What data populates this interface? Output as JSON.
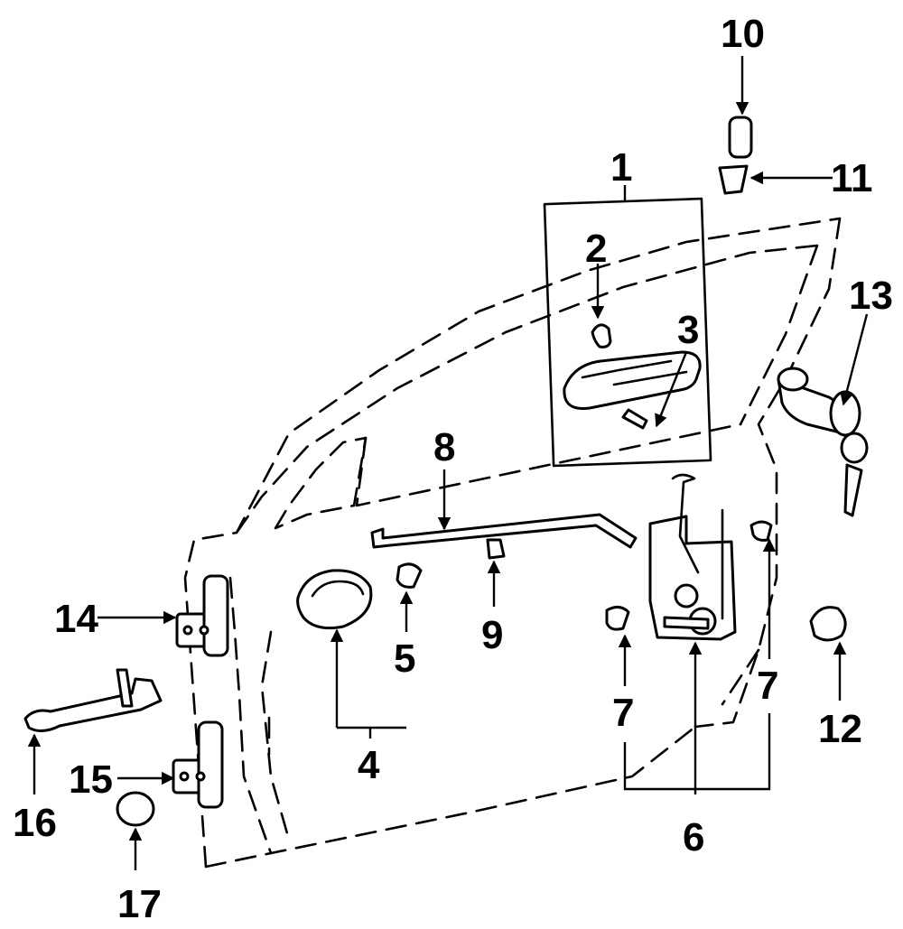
{
  "diagram": {
    "callouts": [
      {
        "id": "1",
        "label": "1"
      },
      {
        "id": "2",
        "label": "2"
      },
      {
        "id": "3",
        "label": "3"
      },
      {
        "id": "4",
        "label": "4"
      },
      {
        "id": "5",
        "label": "5"
      },
      {
        "id": "6",
        "label": "6"
      },
      {
        "id": "7a",
        "label": "7"
      },
      {
        "id": "7b",
        "label": "7"
      },
      {
        "id": "8",
        "label": "8"
      },
      {
        "id": "9",
        "label": "9"
      },
      {
        "id": "10",
        "label": "10"
      },
      {
        "id": "11",
        "label": "11"
      },
      {
        "id": "12",
        "label": "12"
      },
      {
        "id": "13",
        "label": "13"
      },
      {
        "id": "14",
        "label": "14"
      },
      {
        "id": "15",
        "label": "15"
      },
      {
        "id": "16",
        "label": "16"
      },
      {
        "id": "17",
        "label": "17"
      }
    ]
  }
}
